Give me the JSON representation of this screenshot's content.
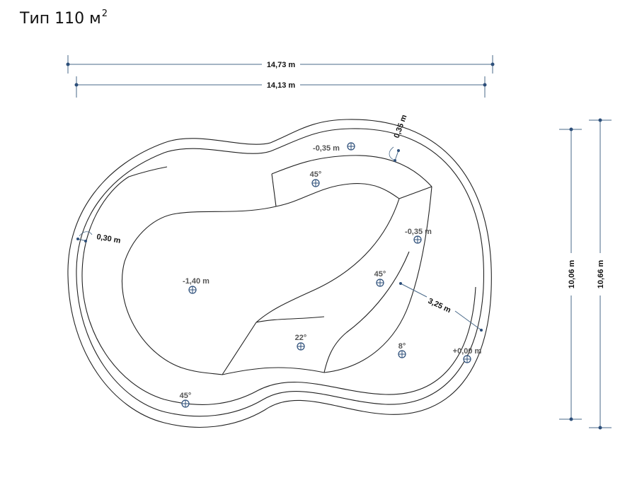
{
  "title": {
    "main": "Тип 110 м",
    "superscript": "2"
  },
  "dimensions": {
    "outer_width": "14,73 m",
    "inner_width": "14,13 m",
    "inner_height": "10,06 m",
    "outer_height": "10,66 m",
    "wall_left": "0,30 m",
    "wall_top": "0,35 m",
    "step_width": "3,25 m"
  },
  "markers": [
    {
      "label": "-0,35 m"
    },
    {
      "label": "45°"
    },
    {
      "label": "-0,35 m"
    },
    {
      "label": "45°"
    },
    {
      "label": "-1,40 m"
    },
    {
      "label": "22°"
    },
    {
      "label": "8°"
    },
    {
      "label": "+0,00 m"
    },
    {
      "label": "45°"
    }
  ],
  "colors": {
    "dimension": "#2d4f7a",
    "outline": "#222222",
    "label": "#555555"
  }
}
